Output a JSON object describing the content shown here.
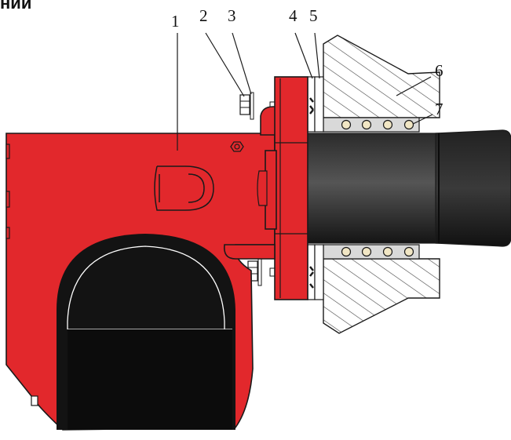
{
  "heading": "ний",
  "callouts": [
    "1",
    "2",
    "3",
    "4",
    "5",
    "6",
    "7"
  ],
  "colors": {
    "housing": "#e2282c",
    "outline": "#1a1a1a",
    "tube": "#2a2a2a",
    "seal": "#d9d9d9",
    "rings": "#f1e6c4",
    "hatch": "#444444"
  }
}
